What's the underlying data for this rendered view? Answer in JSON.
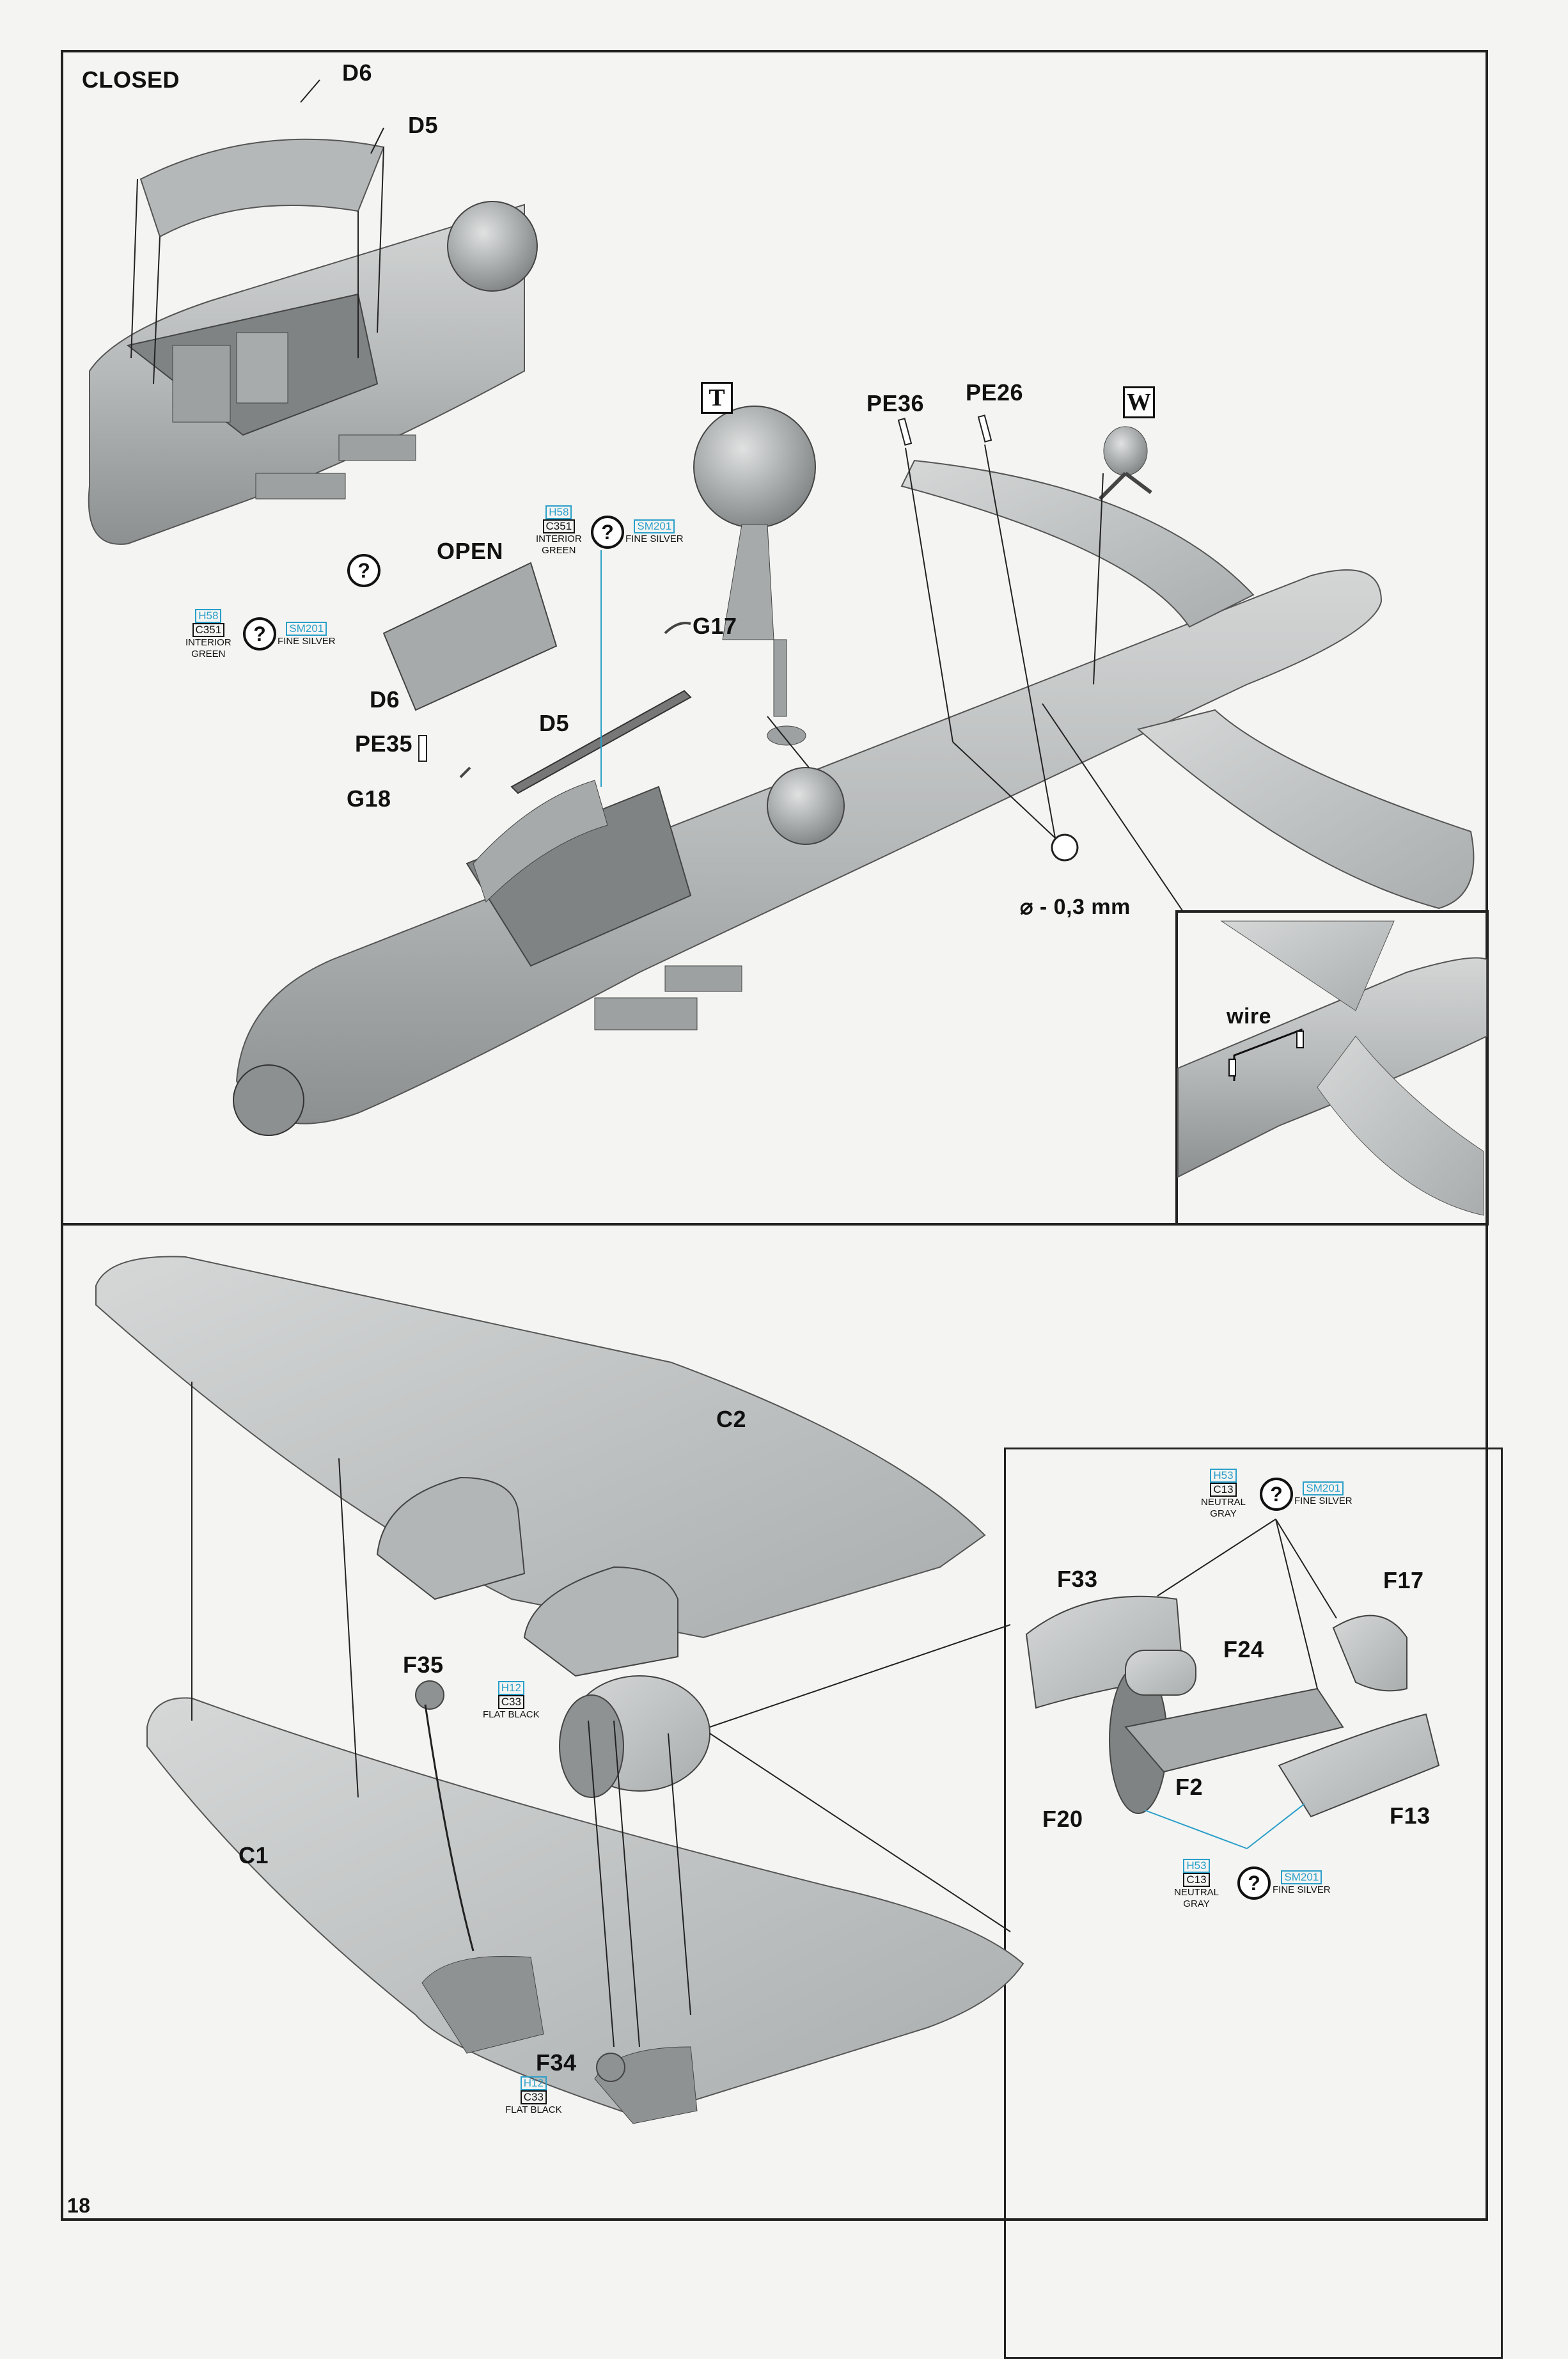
{
  "page_number": "18",
  "top_section": {
    "closed_label": "CLOSED",
    "open_label": "OPEN",
    "parts": {
      "d6_closed": "D6",
      "d5_closed": "D5",
      "d6_open": "D6",
      "d5_open": "D5",
      "pe35": "PE35",
      "g18": "G18",
      "g17": "G17",
      "pe36": "PE36",
      "pe26": "PE26"
    },
    "option_boxes": {
      "t": "T",
      "w": "W"
    },
    "drill_note": "⌀ - 0,3 mm",
    "wire_label": "wire",
    "paint_interior": {
      "humbrol": "H58",
      "code": "C351",
      "name_line1": "INTERIOR",
      "name_line2": "GREEN",
      "silver_code": "SM201",
      "silver_name": "FINE SILVER"
    }
  },
  "bottom_section": {
    "parts": {
      "c2": "C2",
      "c1": "C1",
      "f35": "F35",
      "f34": "F34",
      "f33": "F33",
      "f17": "F17",
      "f24": "F24",
      "f2": "F2",
      "f20": "F20",
      "f13": "F13"
    },
    "paint_flat_black": {
      "humbrol": "H12",
      "code": "C33",
      "name": "FLAT BLACK"
    },
    "paint_neutral_gray": {
      "humbrol": "H53",
      "code": "C13",
      "name_line1": "NEUTRAL",
      "name_line2": "GRAY",
      "silver_code": "SM201",
      "silver_name": "FINE SILVER"
    }
  },
  "colors": {
    "plastic": "#b9bcbc",
    "plastic_dark": "#8e9292",
    "paint_blue": "#2a9fc9",
    "frame": "#222222"
  }
}
